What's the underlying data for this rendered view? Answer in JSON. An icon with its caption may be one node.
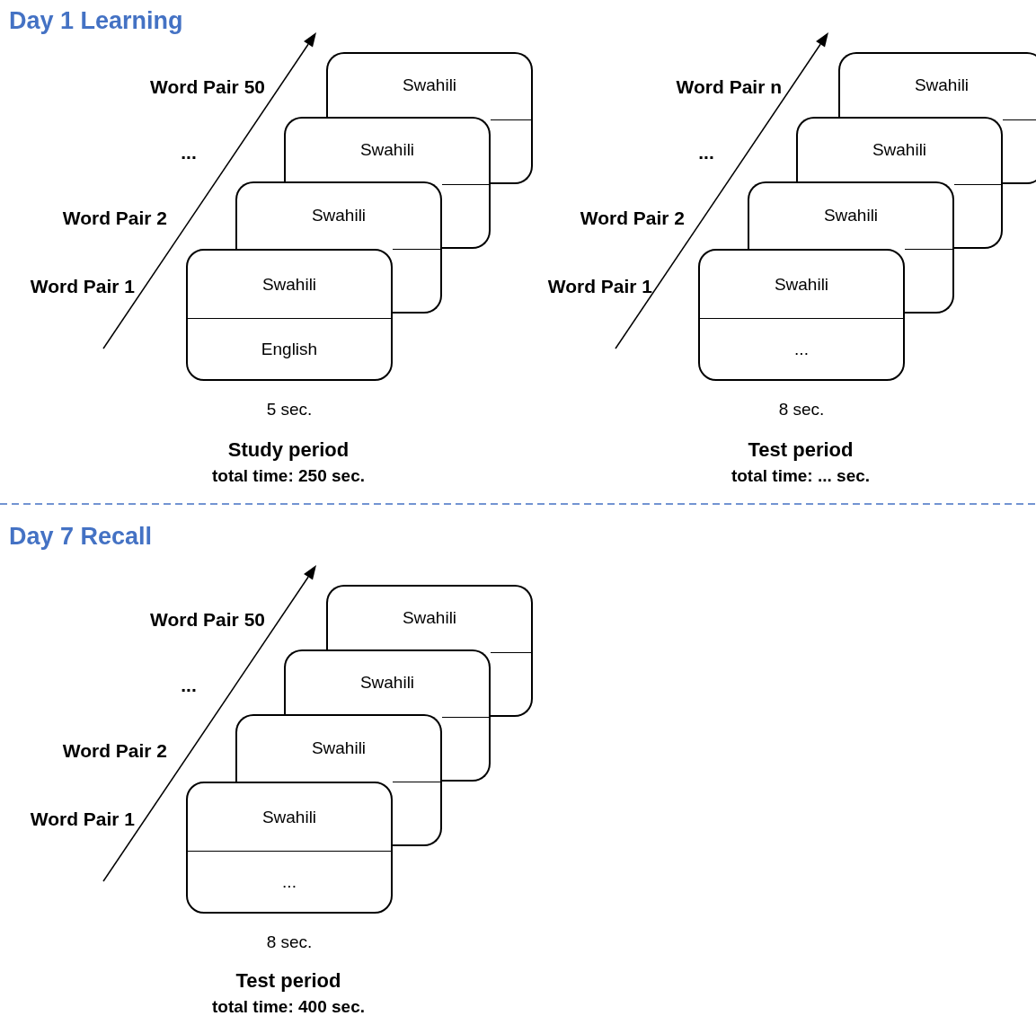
{
  "diagram": {
    "nodes": [
      {
        "text": [
          "Swahili"
        ]
      },
      {
        "text": [
          "Swahili"
        ]
      },
      {
        "text": [
          "Swahili"
        ]
      },
      {
        "text": [
          "Swahili",
          "English"
        ],
        "beside": [
          "5 sec."
        ]
      },
      {
        "text": [
          "Swahili"
        ]
      },
      {
        "text": [
          "Swahili"
        ]
      },
      {
        "text": [
          "Swahili"
        ]
      },
      {
        "text": [
          "Swahili",
          "..."
        ],
        "beside": [
          "8 sec."
        ]
      },
      {
        "text": [
          "Swahili"
        ]
      },
      {
        "text": [
          "Swahili"
        ]
      },
      {
        "text": [
          "Swahili"
        ]
      },
      {
        "text": [
          "Swahili",
          "..."
        ],
        "beside": [
          "8 sec."
        ]
      }
    ],
    "labels": [
      "Day 1 Learning",
      "Word Pair 50",
      "...",
      "Word Pair 2",
      "Word Pair 1",
      "Study period",
      "total time: 250 sec.",
      "Word Pair n",
      "...",
      "Word Pair 2",
      "Word Pair 1",
      "Test period",
      "total time: ... sec.",
      "Day 7 Recall",
      "Word Pair 50",
      "...",
      "Word Pair 2",
      "Word Pair 1",
      "Test period",
      "total time: 400 sec."
    ]
  }
}
